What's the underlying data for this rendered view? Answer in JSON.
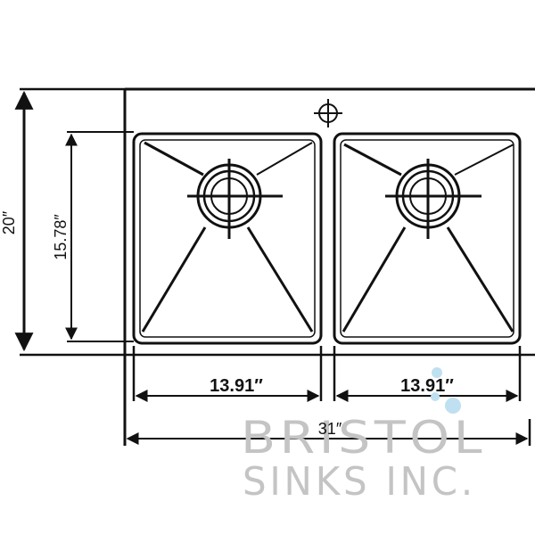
{
  "dimensions": {
    "overall_depth": "20″",
    "bowl_depth": "15.78″",
    "left_bowl_width": "13.91″",
    "right_bowl_width": "13.91″",
    "overall_width": "31″"
  },
  "logo": {
    "line1": "BRISTOL",
    "line2": "SINKS INC."
  },
  "colors": {
    "line": "#111111",
    "logo_text": "#c4c4c4",
    "logo_drops": "#bfe0f0"
  },
  "icons": {
    "faucet_hole": "crosshair-circle",
    "drain": "drain-crosshair",
    "dimension_arrows": "arrowheads"
  }
}
